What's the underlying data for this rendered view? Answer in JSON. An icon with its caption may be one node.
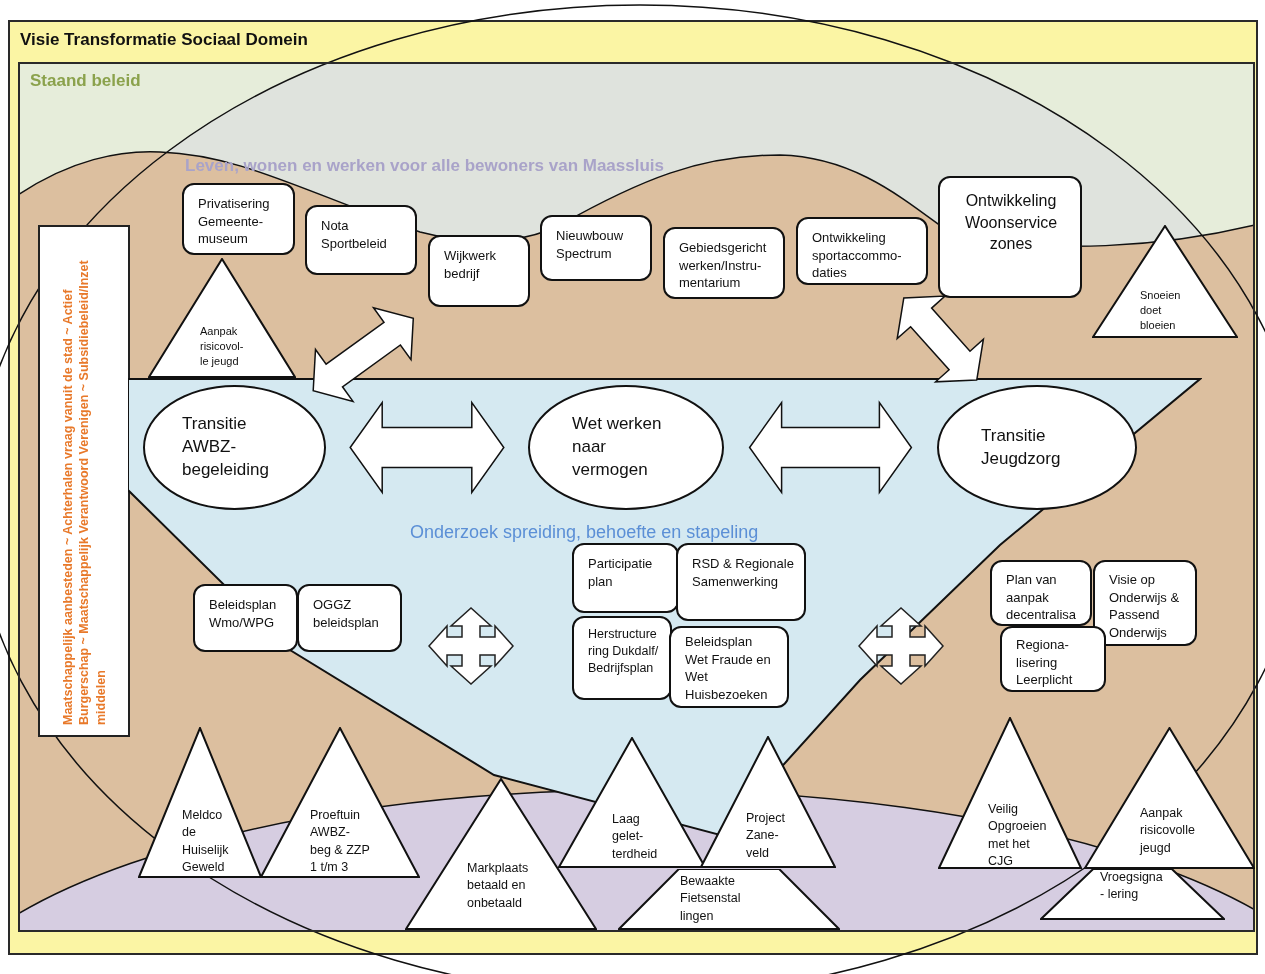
{
  "diagram": {
    "title": "Visie Transformatie Sociaal Domein",
    "nodes": [
      {
        "text": [],
        "shape": "box"
      },
      {
        "text": [
          "Staand beleid"
        ],
        "in": 0
      },
      {
        "text": [
          "Privatisering Gemeente- museum"
        ],
        "in": 1
      },
      {
        "text": [
          "Nota Sportbeleid"
        ],
        "in": 1
      },
      {
        "text": [
          "Wijkwerk bedrijf"
        ],
        "in": 1
      },
      {
        "text": [
          "Nieuwbouw Spectrum"
        ],
        "in": 1
      },
      {
        "text": [
          "Gebiedsgericht werken/Instru- mentarium"
        ],
        "in": 1
      },
      {
        "text": [
          "Ontwikkeling sportaccommo- daties"
        ],
        "in": 1
      },
      {
        "text": [
          "Ontwikkeling Woonservice zones"
        ],
        "in": 1
      },
      {
        "text": [
          "Aanpak risicovol- le jeugd"
        ],
        "in": 1
      },
      {
        "text": [
          "Snoeien doet bloeien"
        ],
        "in": 1
      },
      {
        "text": [
          "Maatschappelijk aanbesteden ~ Achterhalen vraag vanuit de stad ~ Actief Burgerschap ~ Maatschappelijk Verantwoord Verenigen ~ Subsidiebeleid/Inzet middelen"
        ],
        "in": 1
      },
      {
        "text": [
          "Onderzoek spreiding, behoefte en stapeling"
        ],
        "in": 1
      },
      {
        "text": [
          "Transitie AWBZ- begeleiding"
        ],
        "in": 12
      },
      {
        "text": [
          "Wet werken naar vermogen"
        ],
        "in": 12
      },
      {
        "text": [
          "Transitie Jeugdzorg"
        ],
        "in": 12
      },
      {
        "text": [
          "Beleidsplan Wmo/WPG"
        ],
        "in": 1
      },
      {
        "text": [
          "OGGZ beleidsplan"
        ],
        "in": 12
      },
      {
        "text": [
          "Participatie plan"
        ],
        "in": 12
      },
      {
        "text": [
          "RSD & Regionale Samenwerking"
        ],
        "in": 12
      },
      {
        "text": [
          "Herstructure ring Dukdalf/ Bedrijfsplan"
        ],
        "in": 12
      },
      {
        "text": [
          "Beleidsplan Wet Fraude en Wet Huisbezoeken"
        ],
        "in": 12
      },
      {
        "text": [
          "Plan van aanpak decentralisa"
        ],
        "in": 1
      },
      {
        "text": [
          "Visie op Onderwijs & Passend Onderwijs"
        ],
        "in": 1
      },
      {
        "text": [
          "Regiona- lisering Leerplicht"
        ],
        "in": 1
      },
      {
        "text": [
          "Meldco de Huiselijk Geweld"
        ],
        "in": 1
      },
      {
        "text": [
          "Proeftuin AWBZ- beg & ZZP 1 t/m 3"
        ],
        "in": 1
      },
      {
        "text": [
          "Markplaats betaald en onbetaald"
        ],
        "in": 1
      },
      {
        "text": [
          "Laag gelet- terdheid"
        ],
        "in": 1
      },
      {
        "text": [
          "Bewaakte Fietsenstal lingen"
        ],
        "in": 1
      },
      {
        "text": [
          "Project Zane- veld"
        ],
        "in": 1
      },
      {
        "text": [
          "Veilig Opgroeien met het CJG"
        ],
        "in": 1
      },
      {
        "text": [
          "Aanpak risicovolle jeugd"
        ],
        "in": 1
      },
      {
        "text": [
          "Vroegsigna - lering"
        ],
        "in": 1
      }
    ],
    "edges": [
      {
        "from": 13,
        "to": 14,
        "arrow": "both"
      },
      {
        "from": 14,
        "to": 15,
        "arrow": "both"
      },
      {
        "from": 13,
        "to": 4,
        "arrow": "both"
      },
      {
        "from": 15,
        "to": 7,
        "arrow": "both"
      }
    ],
    "labels": [
      "Leven, wonen en werken voor alle bewoners van Maassluis"
    ]
  }
}
